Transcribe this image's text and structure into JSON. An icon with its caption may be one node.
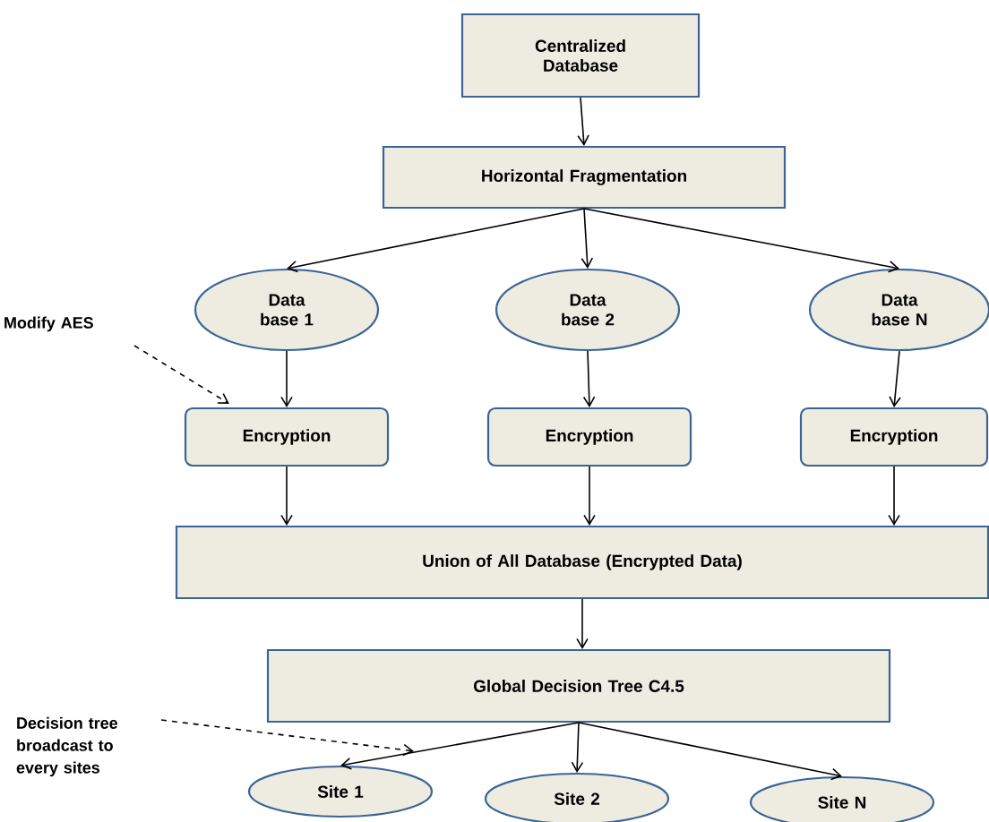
{
  "diagram": {
    "nodes": [
      {
        "text": [
          "Centralized Database"
        ]
      },
      {
        "text": [
          "Horizontal Fragmentation"
        ]
      },
      {
        "text": [
          "Data base 1"
        ]
      },
      {
        "text": [
          "Data base 2"
        ]
      },
      {
        "text": [
          "Data base N"
        ]
      },
      {
        "text": [
          "Encryption"
        ]
      },
      {
        "text": [
          "Encryption"
        ]
      },
      {
        "text": [
          "Encryption"
        ]
      },
      {
        "text": [
          "Union of All Database (Encrypted Data)"
        ]
      },
      {
        "text": [
          "Global Decision Tree C4.5"
        ]
      },
      {
        "text": [
          "Site 1"
        ]
      },
      {
        "text": [
          "Site 2"
        ]
      },
      {
        "text": [
          "Site N"
        ]
      },
      {
        "text": [
          "Modify AES"
        ]
      },
      {
        "text": [
          "Decision tree broadcast to every sites"
        ]
      }
    ],
    "edges": [
      {
        "from": 0,
        "to": 1,
        "arrow": "to"
      },
      {
        "from": 1,
        "to": 2,
        "arrow": "to"
      },
      {
        "from": 1,
        "to": 3,
        "arrow": "to"
      },
      {
        "from": 1,
        "to": 4,
        "arrow": "to"
      },
      {
        "from": 2,
        "to": 5,
        "arrow": "to"
      },
      {
        "from": 3,
        "to": 6,
        "arrow": "to"
      },
      {
        "from": 4,
        "to": 7,
        "arrow": "to"
      },
      {
        "from": 5,
        "to": 8,
        "arrow": "to"
      },
      {
        "from": 6,
        "to": 8,
        "arrow": "to"
      },
      {
        "from": 7,
        "to": 8,
        "arrow": "to"
      },
      {
        "from": 8,
        "to": 9,
        "arrow": "to"
      },
      {
        "from": 9,
        "to": 10,
        "arrow": "to"
      },
      {
        "from": 9,
        "to": 11,
        "arrow": "to"
      },
      {
        "from": 9,
        "to": 12,
        "arrow": "to"
      },
      {
        "from": 13,
        "to": 5,
        "arrow": "to",
        "style": "dashed"
      },
      {
        "from": 14,
        "to": 10,
        "arrow": "to",
        "style": "dashed"
      }
    ]
  }
}
